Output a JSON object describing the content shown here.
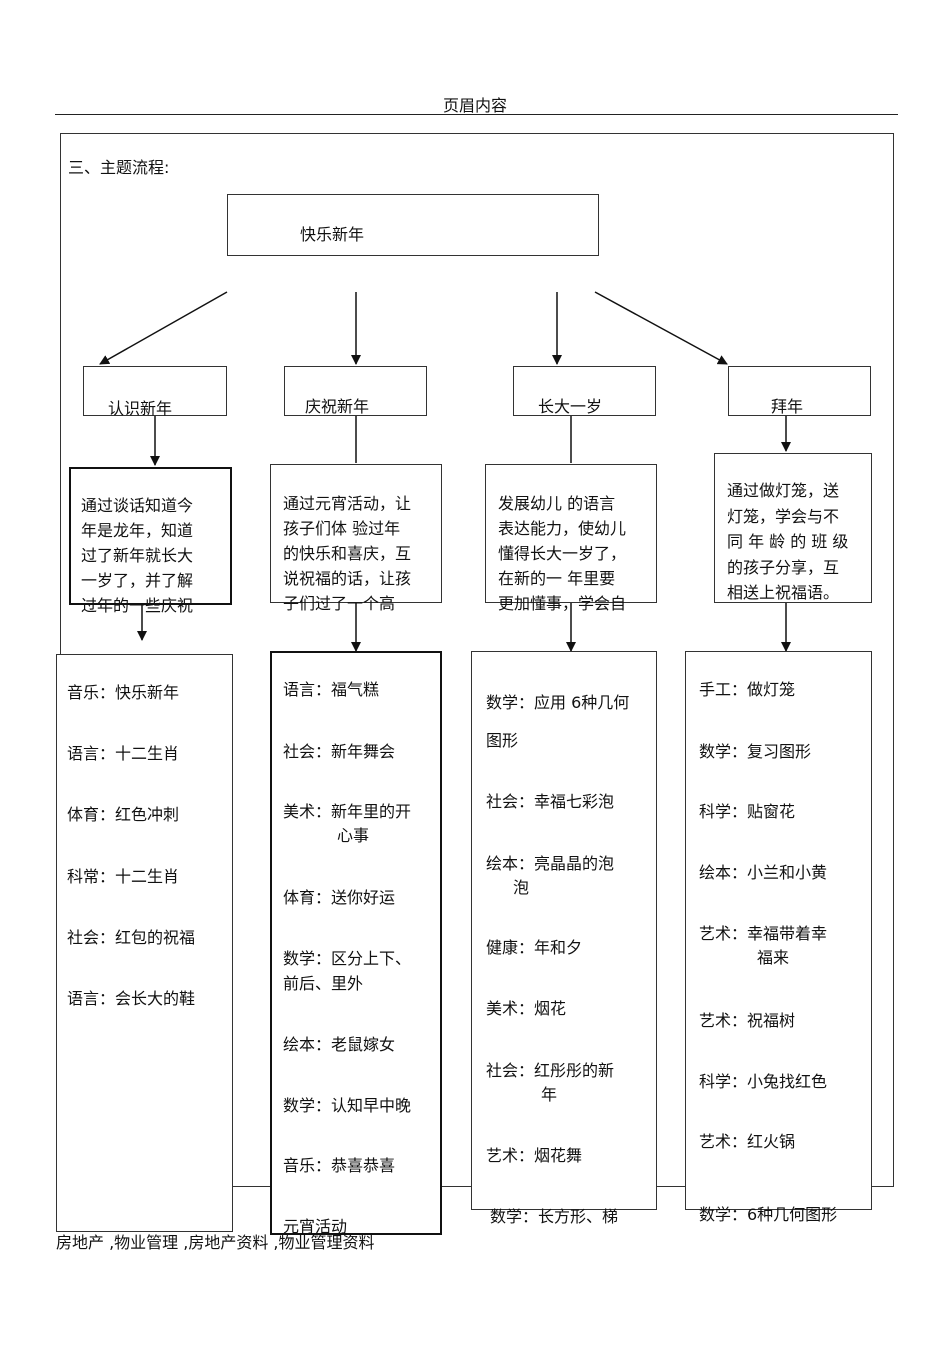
{
  "header": {
    "text": "页眉内容"
  },
  "section_title": "三、主题流程:",
  "root": {
    "label": "快乐新年"
  },
  "columns": [
    {
      "title": "认识新年",
      "description": [
        "通过谈话知道今",
        "年是龙年，知道",
        "过了新年就长大",
        "一岁了，并了解",
        "过年的一些庆祝"
      ],
      "activities": [
        "音乐：快乐新年",
        "语言：十二生肖",
        "体育：红色冲刺",
        "科常：十二生肖",
        "社会：红包的祝福",
        "语言：会长大的鞋"
      ]
    },
    {
      "title": "庆祝新年",
      "description": [
        "通过元宵活动，让",
        "孩子们体  验过年",
        "的快乐和喜庆，互",
        "说祝福的话，让孩",
        "子们过了一个高"
      ],
      "activities": [
        "语言：福气糕",
        "社会：新年舞会",
        "美术：新年里的开",
        "心事",
        "体育：送你好运",
        "数学：区分上下、",
        "前后、里外",
        "绘本：老鼠嫁女",
        "数学：认知早中晚",
        "音乐：恭喜恭喜",
        "元宵活动"
      ]
    },
    {
      "title": "长大一岁",
      "description": [
        "发展幼儿  的语言",
        "表达能力，使幼儿",
        "懂得长大一岁了，",
        "在新的一  年里要",
        "更加懂事，学会自"
      ],
      "activities": [
        "数学：应用 6种几何",
        "图形",
        "社会：幸福七彩泡",
        "绘本：亮晶晶的泡",
        "泡",
        "健康：年和夕",
        "美术：烟花",
        "社会：红彤彤的新",
        "年",
        "艺术：烟花舞",
        "数学：长方形、梯"
      ]
    },
    {
      "title": "拜年",
      "description": [
        "通过做灯笼，送",
        "灯笼，学会与不",
        "同 年 龄 的 班 级",
        "的孩子分享，互",
        "相送上祝福语。"
      ],
      "activities": [
        "手工：做灯笼",
        "数学：复习图形",
        "科学：贴窗花",
        "绘本：小兰和小黄",
        "艺术：幸福带着幸",
        "福来",
        "艺术：祝福树",
        "科学：小兔找红色",
        "艺术：红火锅",
        "数学：6种几何图形"
      ]
    }
  ],
  "footer": {
    "text": "房地产 ,物业管理 ,房地产资料 ,物业管理资料"
  }
}
